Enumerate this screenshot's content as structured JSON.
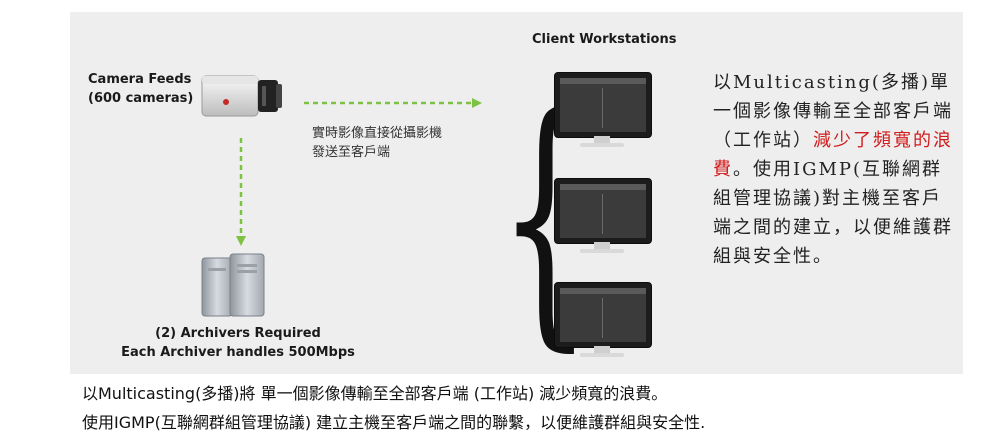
{
  "camera": {
    "title": "Camera Feeds",
    "count": "(600 cameras)"
  },
  "client": {
    "title": "Client Workstations"
  },
  "stream_text": {
    "line1": "實時影像直接從攝影機",
    "line2": "發送至客戶端"
  },
  "archivers": {
    "line1": "(2) Archivers Required",
    "line2": "Each Archiver handles 500Mbps"
  },
  "side_text": {
    "part1": "以Multicasting(多播)單一個影像傳輸至全部客戶端（工作站）",
    "part2_red": "減少了頻寬的浪費",
    "part3": "。使用IGMP(互聯網群組管理協議)對主機至客戶端之間的建立，以便維護群組與安全性。"
  },
  "caption": {
    "line1": "以Multicasting(多播)將 單一個影像傳輸至全部客戶端 (工作站) 減少頻寬的浪費。",
    "line2": "使用IGMP(互聯網群組管理協議) 建立主機至客戶端之間的聯繫，以便維護群組與安全性."
  },
  "colors": {
    "arrow": "#7dc242",
    "highlight": "#d21c1c",
    "panel": "#eeeeee"
  }
}
